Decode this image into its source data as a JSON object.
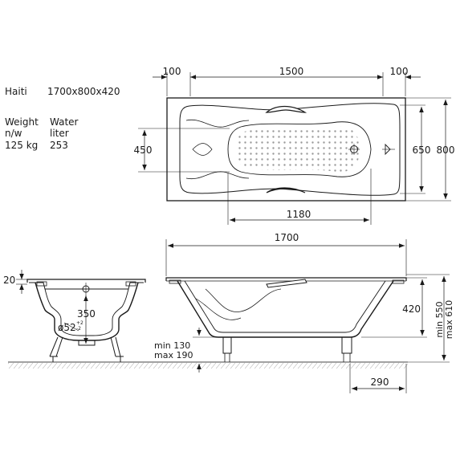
{
  "specs": {
    "model": "Haiti",
    "size": "1700x800x420",
    "weight_label": "Weight",
    "weight_sub": "n/w",
    "weight_value": "125 kg",
    "water_label": "Water",
    "water_sub": "liter",
    "water_value": "253"
  },
  "top_view": {
    "dim_left": "100",
    "dim_center": "1500",
    "dim_right": "100",
    "dim_inner_width": "450",
    "dim_inner_depth": "650",
    "dim_outer_depth": "800",
    "dim_bottom_length": "1180"
  },
  "end_view": {
    "dim_rim": "20",
    "dim_drain_height": "350",
    "drain_diameter": "ø52",
    "drain_tol_plus": "+2",
    "drain_tol_minus": "-2"
  },
  "side_view": {
    "dim_length": "1700",
    "dim_height": "420",
    "dim_total_min": "min 550",
    "dim_total_max": "max 610",
    "leg_min": "min 130",
    "leg_max": "max 190",
    "dim_leg_offset": "290"
  },
  "colors": {
    "line": "#1a1a1a",
    "dot": "#9a9a9a",
    "ground": "#444444"
  }
}
